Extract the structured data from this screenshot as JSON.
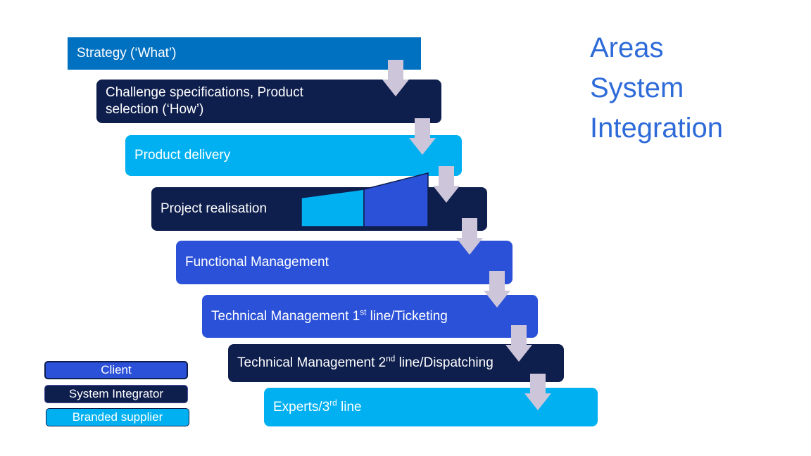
{
  "title": {
    "text": "Areas\nSystem\nIntegration",
    "color": "#2E6BD9"
  },
  "bars": [
    {
      "prefix": "Strategy (‘What’)",
      "sup": "",
      "suffix": "",
      "color": "#0070C0"
    },
    {
      "prefix": "Challenge specifications, Product\nselection (‘How’)",
      "sup": "",
      "suffix": "",
      "color": "#0E1E4D"
    },
    {
      "prefix": "Product delivery",
      "sup": "",
      "suffix": "",
      "color": "#00B0F0"
    },
    {
      "prefix": "Project realisation",
      "sup": "",
      "suffix": "",
      "color": "#0E1E4D"
    },
    {
      "prefix": "Functional Management",
      "sup": "",
      "suffix": "",
      "color": "#2B51D8"
    },
    {
      "prefix": "Technical Management 1",
      "sup": "st",
      "suffix": " line/Ticketing",
      "color": "#2B51D8"
    },
    {
      "prefix": "Technical Management 2",
      "sup": "nd",
      "suffix": " line/Dispatching",
      "color": "#0E1E4D"
    },
    {
      "prefix": "Experts/3",
      "sup": "rd",
      "suffix": " line",
      "color": "#00B0F0"
    }
  ],
  "legend": [
    {
      "label": "Client",
      "color": "#2B51D8"
    },
    {
      "label": "System Integrator",
      "color": "#0E1E4D"
    },
    {
      "label": "Branded supplier",
      "color": "#00B0F0"
    }
  ],
  "arrow_color": "#CDC5DA",
  "wedge": {
    "left_color": "#00B0F0",
    "right_color": "#2B51D8",
    "outline": "#0E1E4D"
  }
}
